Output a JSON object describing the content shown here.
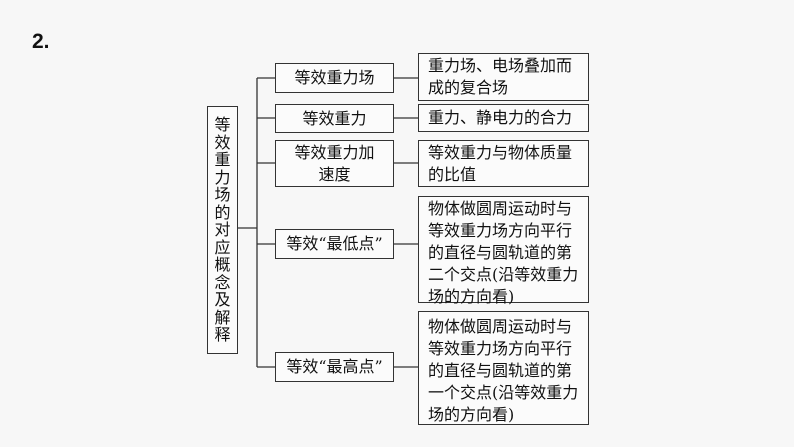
{
  "problem_number": "2.",
  "root_label": "等效重力场的对应概念及解释",
  "branches": [
    {
      "concept": "等效重力场",
      "explanation": "重力场、电场叠加而成的复合场"
    },
    {
      "concept": "等效重力",
      "explanation": "重力、静电力的合力"
    },
    {
      "concept": "等效重力加速度",
      "explanation": "等效重力与物体质量的比值"
    },
    {
      "concept": "等效“最低点”",
      "explanation": "物体做圆周运动时与等效重力场方向平行的直径与圆轨道的第二个交点(沿等效重力场的方向看)"
    },
    {
      "concept": "等效“最高点”",
      "explanation": "物体做圆周运动时与等效重力场方向平行的直径与圆轨道的第一个交点(沿等效重力场的方向看)"
    }
  ]
}
